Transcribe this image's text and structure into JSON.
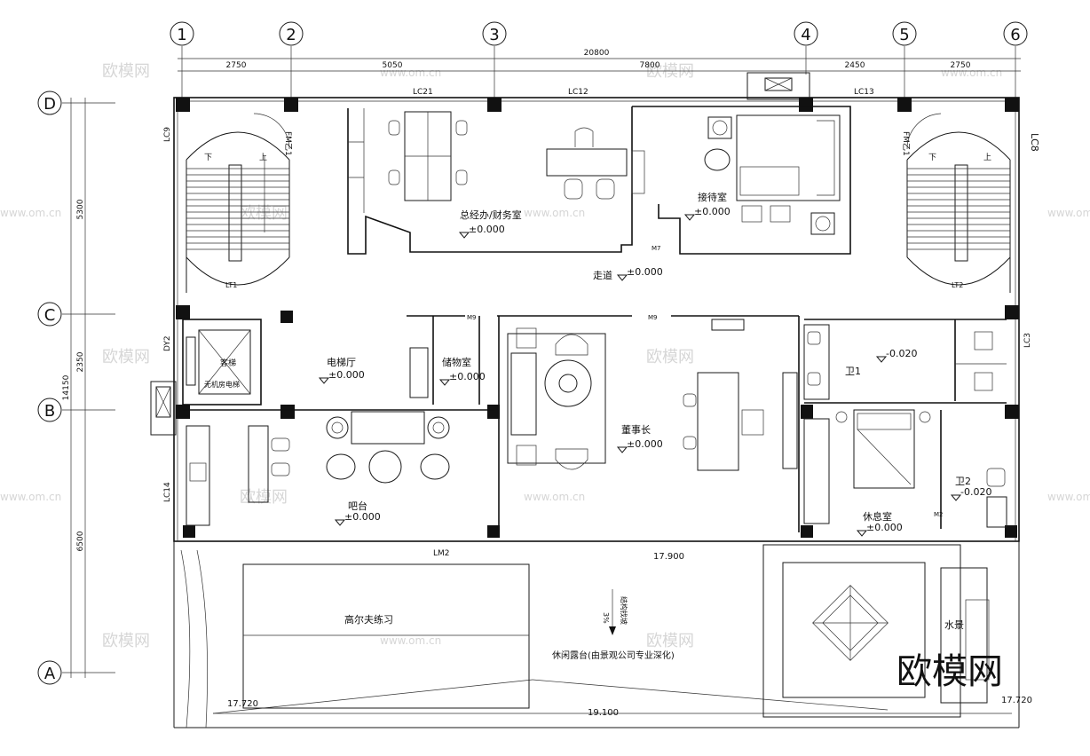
{
  "grid_axes": {
    "columns": [
      "1",
      "2",
      "3",
      "4",
      "5",
      "6"
    ],
    "rows": [
      "D",
      "C",
      "B",
      "A"
    ]
  },
  "dimensions": {
    "top_total": "20800",
    "top_segments": [
      "2750",
      "5050",
      "7800",
      "2450",
      "2750"
    ],
    "left_total": "14150",
    "left_segments": [
      "5300",
      "2350",
      "6500"
    ]
  },
  "rooms": {
    "gm_office": "总经办/财务室",
    "reception": "接待室",
    "corridor": "走道",
    "elevator_hall": "电梯厅",
    "storage": "储物室",
    "chairman": "董事长",
    "bar": "吧台",
    "toilet1": "卫1",
    "toilet2": "卫2",
    "lounge": "休息室",
    "golf": "高尔夫练习",
    "terrace": "休闲露台(由景观公司专业深化)",
    "water_feature": "水景",
    "elevator_shaft": "无机房电梯",
    "elevator_label": "客梯"
  },
  "levels": {
    "zero": "±0.000",
    "minus_020": "-0.020",
    "elev_17900": "17.900",
    "elev_17720": "17.720",
    "elev_19100": "19.100",
    "slope": "3%",
    "slope_note": "结构找坡"
  },
  "tags": {
    "lc21": "LC21",
    "lc12": "LC12",
    "lc13": "LC13",
    "lc8": "LC8",
    "lc14": "LC14",
    "lm2": "LM2",
    "lt1": "LT1",
    "lt2": "LT2",
    "fm1": "FM乙1",
    "fm2": "FM乙1",
    "m7": "M7",
    "m9a": "M9",
    "m9b": "M9",
    "m2": "M2",
    "dy2": "DY2",
    "lc3": "LC3",
    "lc9": "LC9",
    "up": "上",
    "down": "下"
  },
  "watermark": "欧模网",
  "watermark_url": "www.om.cn"
}
